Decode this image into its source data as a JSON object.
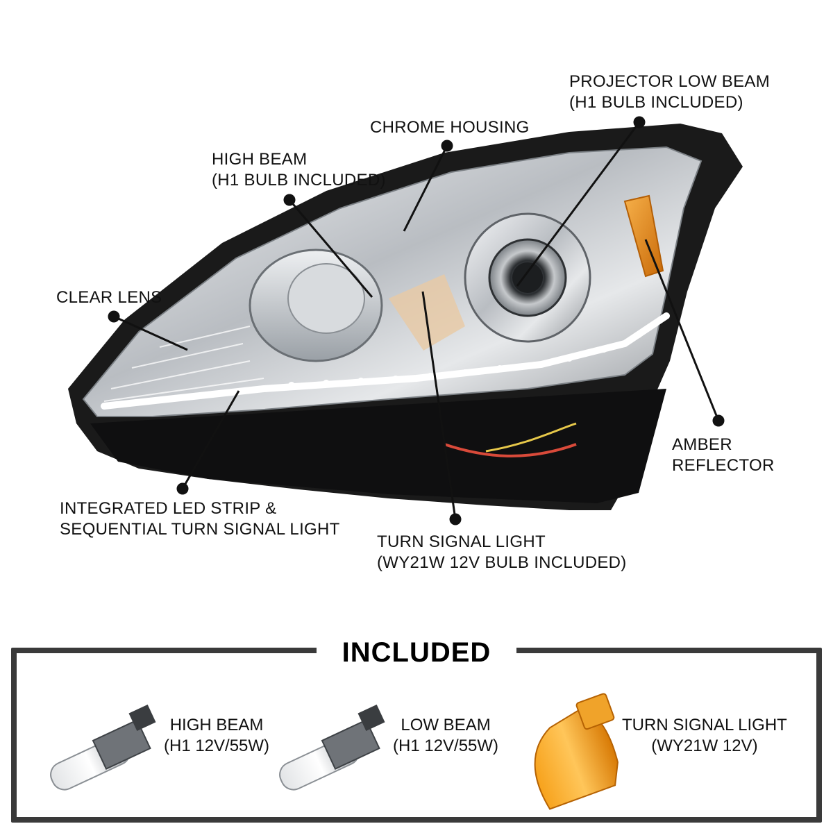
{
  "callouts": {
    "projector_low_beam": {
      "line1": "PROJECTOR LOW BEAM",
      "line2": "(H1 BULB INCLUDED)"
    },
    "chrome_housing": {
      "line1": "CHROME HOUSING"
    },
    "high_beam": {
      "line1": "HIGH BEAM",
      "line2": "(H1 BULB INCLUDED)"
    },
    "clear_lens": {
      "line1": "CLEAR LENS"
    },
    "amber_reflector": {
      "line1": "AMBER",
      "line2": "REFLECTOR"
    },
    "led_strip": {
      "line1": "INTEGRATED LED STRIP &",
      "line2": "SEQUENTIAL TURN SIGNAL LIGHT"
    },
    "turn_signal": {
      "line1": "TURN SIGNAL LIGHT",
      "line2": "(WY21W 12V BULB INCLUDED)"
    }
  },
  "included": {
    "title": "INCLUDED",
    "items": [
      {
        "line1": "HIGH BEAM",
        "line2": "(H1 12V/55W)"
      },
      {
        "line1": "LOW BEAM",
        "line2": "(H1 12V/55W)"
      },
      {
        "line1": "TURN SIGNAL LIGHT",
        "line2": "(WY21W 12V)"
      }
    ]
  },
  "colors": {
    "frame": "#3a3a3a",
    "amber": "#e88a14",
    "chrome": "#c9ccd0",
    "housing_black": "#1a1a1a"
  }
}
